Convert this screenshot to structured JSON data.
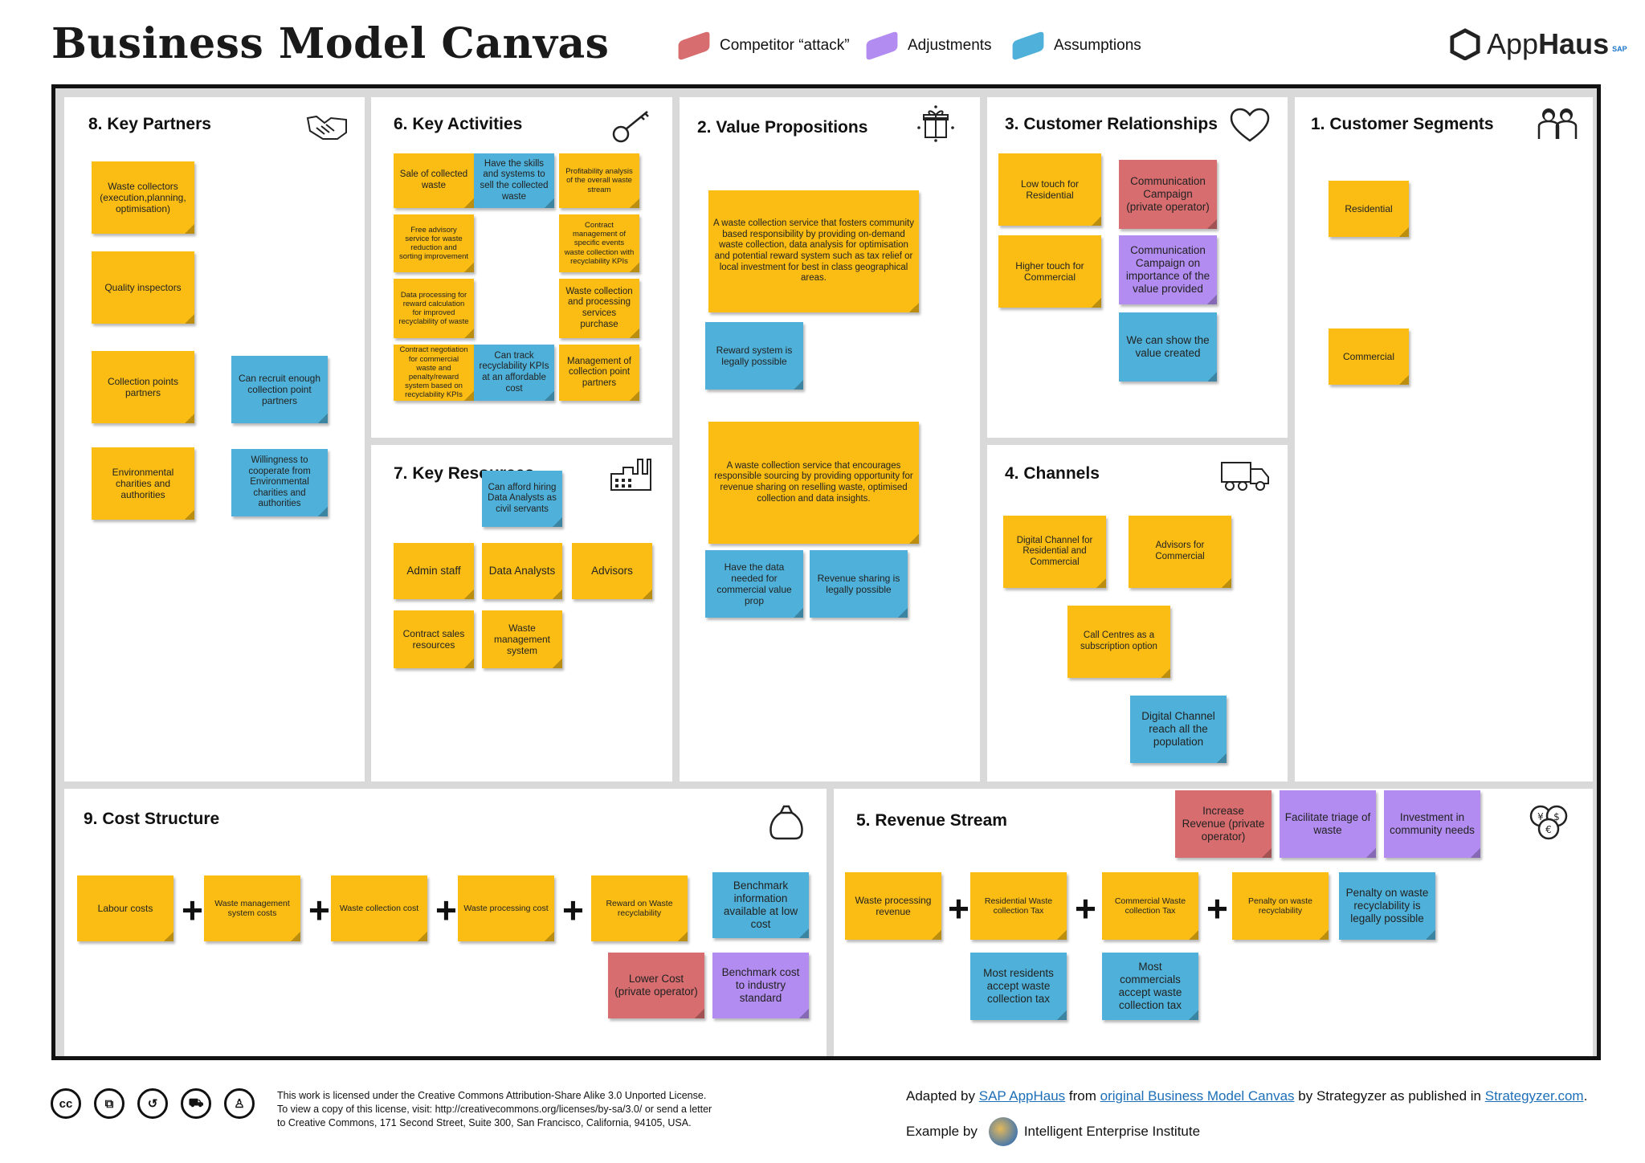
{
  "header": {
    "title": "Business Model Canvas",
    "legend": [
      {
        "label": "Competitor “attack”",
        "color": "#d86d6f"
      },
      {
        "label": "Adjustments",
        "color": "#b28cf0"
      },
      {
        "label": "Assumptions",
        "color": "#4fb1d9"
      }
    ],
    "logo": {
      "text_light": "App",
      "text_bold": "Haus",
      "badge": "SAP"
    }
  },
  "panels": {
    "key_partners": {
      "title": "8. Key Partners",
      "icon": "handshake-icon",
      "notes": [
        "Waste collectors (execution,planning, optimisation)",
        "Quality inspectors",
        "Collection points partners",
        "Can recruit enough collection point partners",
        "Environmental charities and authorities",
        "Willingness to cooperate from Environmental charities and authorities"
      ]
    },
    "key_activities": {
      "title": "6. Key Activities",
      "icon": "key-icon",
      "notes": [
        "Sale of collected waste",
        "Have the skills and systems to sell the collected waste",
        "Profitability analysis of the overall waste stream",
        "Free advisory service for waste reduction and sorting improvement",
        "Contract management of specific events waste collection with recyclability KPIs",
        "Data processing for reward calculation for improved recyclability of waste",
        "Waste collection and processing services purchase",
        "Contract negotiation for commercial waste and penalty/reward system based on recyclability KPIs",
        "Can track recyclability KPIs at an affordable cost",
        "Management of collection point partners"
      ]
    },
    "key_resources": {
      "title": "7. Key Resources",
      "icon": "factory-icon",
      "notes": [
        "Can afford hiring Data Analysts as civil servants",
        "Admin staff",
        "Data Analysts",
        "Advisors",
        "Contract sales resources",
        "Waste management system"
      ]
    },
    "value_propositions": {
      "title": "2. Value Propositions",
      "icon": "gift-icon",
      "notes": [
        "A waste collection service that fosters community based responsibility by providing on-demand waste collection, data analysis for optimisation and potential reward system such as tax relief or local investment for best in class geographical areas.",
        "Reward system is legally possible",
        "A waste collection service that encourages responsible sourcing by providing opportunity for revenue sharing on reselling waste, optimised collection and data insights.",
        "Have the data needed for commercial value prop",
        "Revenue sharing is legally possible"
      ]
    },
    "customer_relationships": {
      "title": "3. Customer Relationships",
      "icon": "heart-icon",
      "notes": [
        "Low touch for Residential",
        "Communication Campaign (private operator)",
        "Higher touch for Commercial",
        "Communication Campaign on importance of the value provided",
        "We can show the value created"
      ]
    },
    "channels": {
      "title": "4. Channels",
      "icon": "truck-icon",
      "notes": [
        "Digital Channel for Residential and Commercial",
        "Advisors for Commercial",
        "Call Centres as a subscription option",
        "Digital Channel reach all the population"
      ]
    },
    "customer_segments": {
      "title": "1.  Customer Segments",
      "icon": "people-icon",
      "notes": [
        "Residential",
        "Commercial"
      ]
    },
    "cost_structure": {
      "title": "9. Cost Structure",
      "icon": "money-bag-icon",
      "operator": "+",
      "notes": [
        "Labour costs",
        "Waste management system costs",
        "Waste collection cost",
        "Waste processing cost",
        "Reward on Waste recyclability",
        "Benchmark information available at low cost",
        "Lower Cost (private operator)",
        "Benchmark cost to industry standard"
      ]
    },
    "revenue_stream": {
      "title": "5. Revenue Stream",
      "icon": "coins-icon",
      "operator": "+",
      "notes": [
        "Increase Revenue (private operator)",
        "Facilitate  triage of waste",
        "Investment in community needs",
        "Waste processing revenue",
        "Residential Waste collection Tax",
        "Commercial Waste collection Tax",
        "Penalty on waste recyclability",
        "Penalty  on waste recyclability  is legally possible",
        "Most residents accept waste collection tax",
        "Most commercials accept waste collection tax"
      ]
    }
  },
  "footer": {
    "license_lines": [
      "This work is licensed under the Creative Commons Attribution-Share Alike 3.0 Unported License.",
      "To view a copy of this license, visit: http://creativecommons.org/licenses/by-sa/3.0/ or send a letter",
      "to Creative Commons, 171 Second Street, Suite 300, San Francisco, California, 94105, USA."
    ],
    "cc_badges": [
      "cc-icon",
      "copy-icon",
      "share-alike-icon",
      "noncommercial-icon",
      "attribution-icon"
    ],
    "credit": {
      "prefix": "Adapted by ",
      "link1": "SAP AppHaus",
      "mid1": " from ",
      "link2": "original Business Model Canvas",
      "mid2": " by Strategyzer as published in ",
      "link3": "Strategyzer.com",
      "suffix": "."
    },
    "example": {
      "prefix": "Example by",
      "org": "Intelligent Enterprise Institute"
    }
  }
}
